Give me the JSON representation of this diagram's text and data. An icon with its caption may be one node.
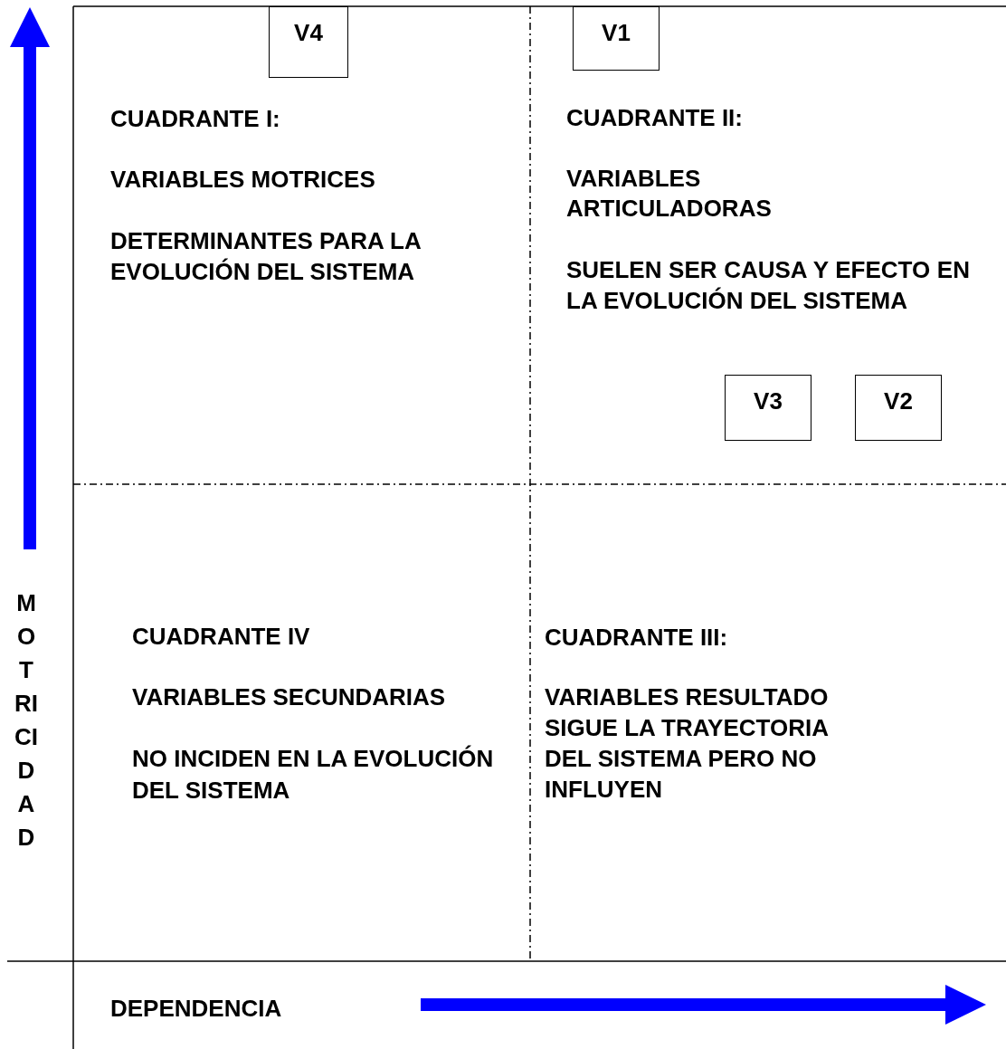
{
  "diagram": {
    "nodes": [
      {
        "text": [
          "V4"
        ]
      },
      {
        "text": [
          "V1"
        ]
      },
      {
        "text": [
          "V3"
        ]
      },
      {
        "text": [
          "V2"
        ]
      }
    ],
    "labels": [
      "CUADRANTE I:",
      "VARIABLES MOTRICES",
      "DETERMINANTES PARA LA EVOLUCIÓN DEL SISTEMA",
      "CUADRANTE II:",
      "VARIABLES ARTICULADORAS",
      "SUELEN SER CAUSA Y EFECTO EN LA EVOLUCIÓN DEL SISTEMA",
      "MOTRICIDAD",
      "CUADRANTE IV",
      "VARIABLES SECUNDARIAS",
      "NO INCIDEN EN LA EVOLUCIÓN DEL SISTEMA",
      "CUADRANTE III:",
      "VARIABLES RESULTADO",
      "SIGUE LA TRAYECTORIA DEL SISTEMA PERO NO INFLUYEN",
      "DEPENDENCIA"
    ]
  }
}
